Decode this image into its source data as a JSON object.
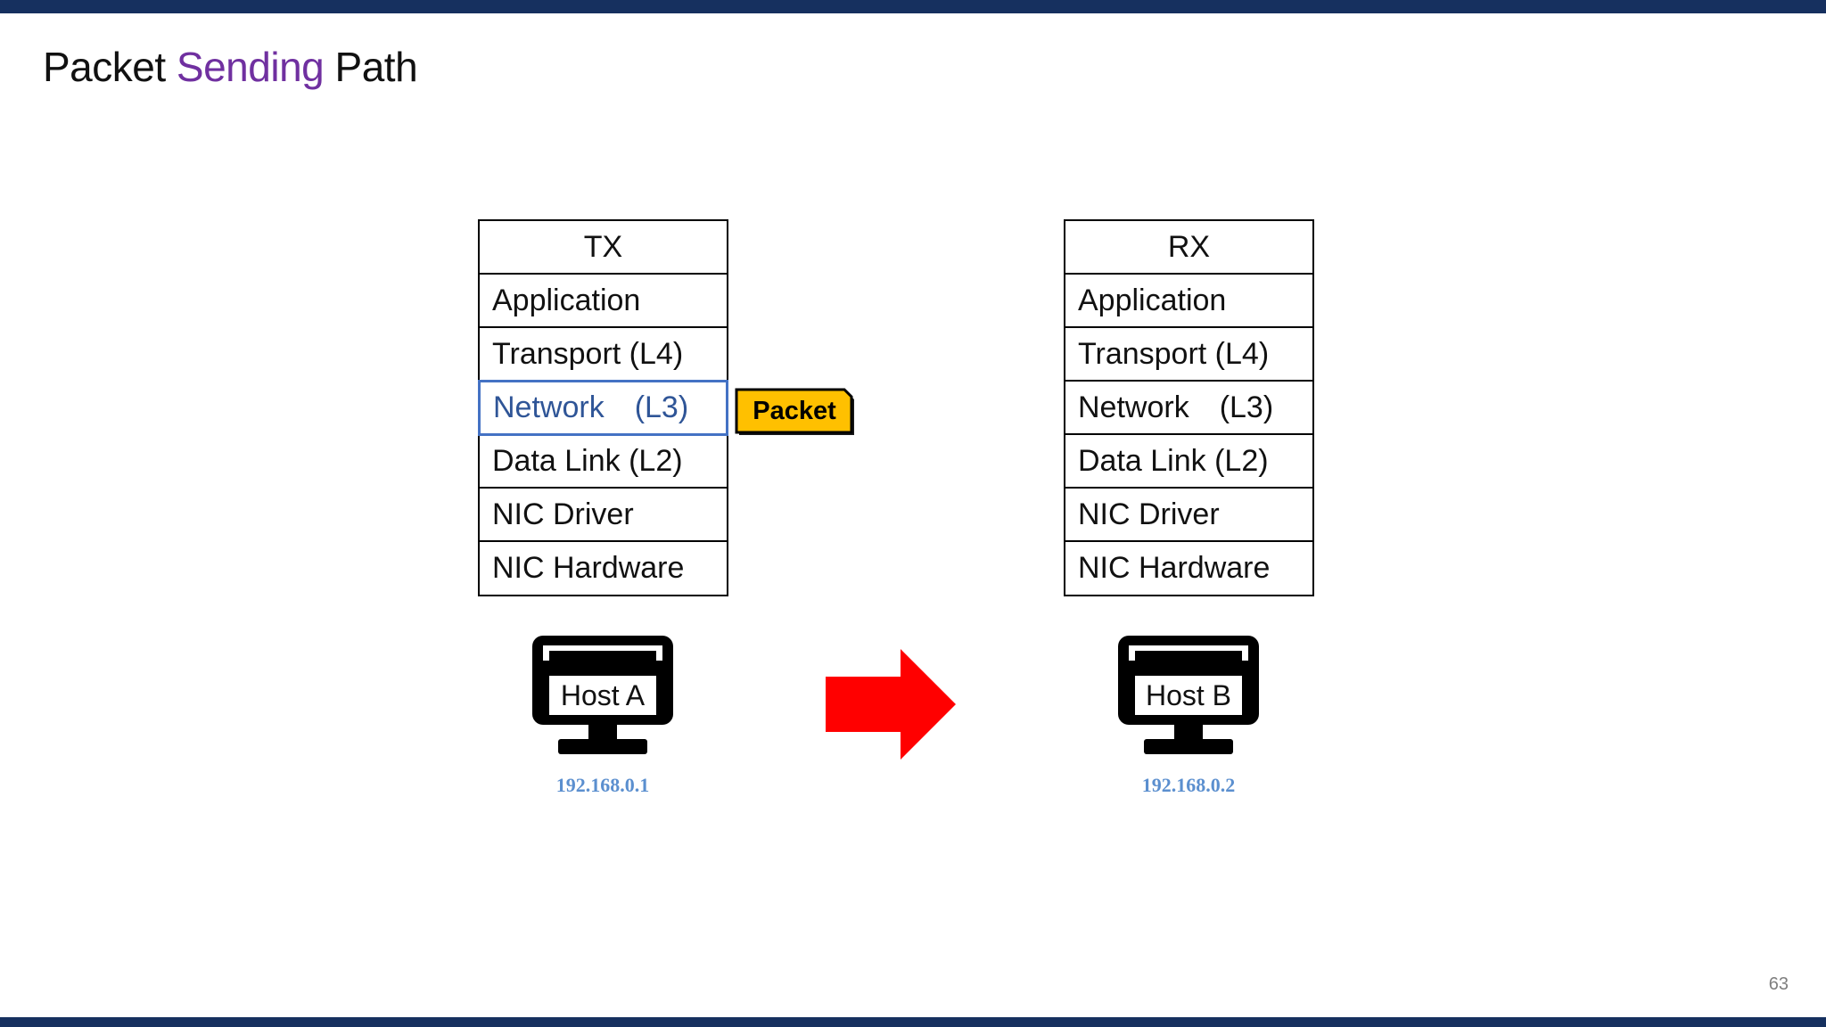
{
  "slide": {
    "title_part1": "Packet",
    "title_accent": "Sending",
    "title_part2": "Path",
    "page_number": "63",
    "colors": {
      "bar": "#16305f",
      "title_accent": "#7030a0",
      "highlight_border": "#4472c4",
      "highlight_text": "#2f5597",
      "packet_fill": "#ffc000",
      "arrow": "#ff0000",
      "ip_text": "#5b8fcf"
    }
  },
  "tx": {
    "header": "TX",
    "layers": [
      {
        "name": "Application",
        "suffix": ""
      },
      {
        "name": "Transport (L4)",
        "suffix": ""
      },
      {
        "name": "Network",
        "suffix": "(L3)"
      },
      {
        "name": "Data Link (L2)",
        "suffix": ""
      },
      {
        "name": "NIC Driver",
        "suffix": ""
      },
      {
        "name": "NIC Hardware",
        "suffix": ""
      }
    ],
    "highlighted_layer": "Network (L3)"
  },
  "rx": {
    "header": "RX",
    "layers": [
      {
        "name": "Application",
        "suffix": ""
      },
      {
        "name": "Transport (L4)",
        "suffix": ""
      },
      {
        "name": "Network",
        "suffix": "(L3)"
      },
      {
        "name": "Data Link (L2)",
        "suffix": ""
      },
      {
        "name": "NIC Driver",
        "suffix": ""
      },
      {
        "name": "NIC Hardware",
        "suffix": ""
      }
    ]
  },
  "packet": {
    "label": "Packet"
  },
  "host_a": {
    "label": "Host A",
    "ip": "192.168.0.1",
    "icon": "computer-monitor-icon"
  },
  "host_b": {
    "label": "Host B",
    "ip": "192.168.0.2",
    "icon": "computer-monitor-icon"
  },
  "transfer_arrow": {
    "icon": "right-arrow-icon",
    "direction": "right"
  }
}
